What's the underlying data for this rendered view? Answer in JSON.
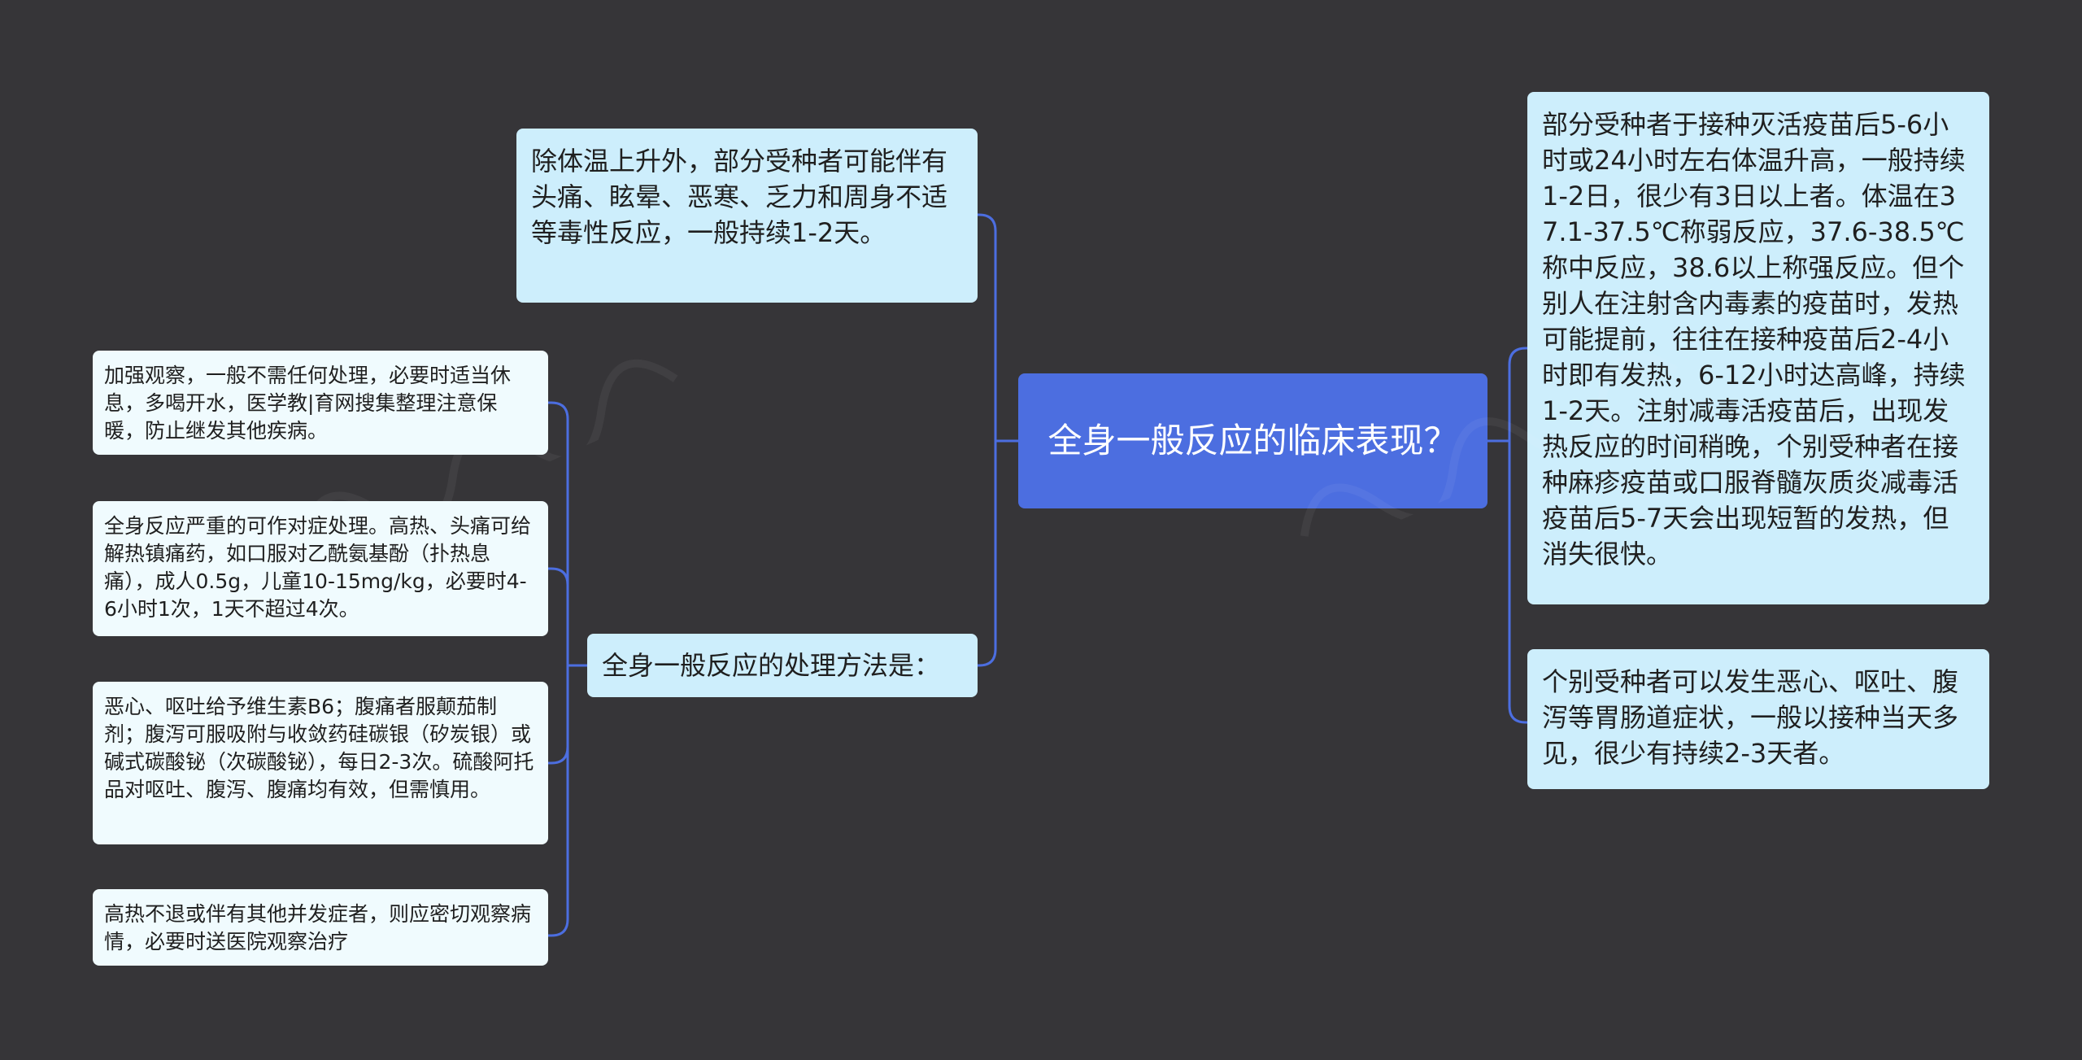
{
  "root": {
    "label": "全身一般反应的临床表现？"
  },
  "right_branches": [
    {
      "text": "部分受种者于接种灭活疫苗后5-6小时或24小时左右体温升高，一般持续1-2日，很少有3日以上者。体温在37.1-37.5℃称弱反应，37.6-38.5℃称中反应，38.6以上称强反应。但个别人在注射含内毒素的疫苗时，发热可能提前，往往在接种疫苗后2-4小时即有发热，6-12小时达高峰，持续1-2天。注射减毒活疫苗后，出现发热反应的时间稍晚，个别受种者在接种麻疹疫苗或口服脊髓灰质炎减毒活疫苗后5-7天会出现短暂的发热，但消失很快。"
    },
    {
      "text": "个别受种者可以发生恶心、呕吐、腹泻等胃肠道症状，一般以接种当天多见，很少有持续2-3天者。"
    }
  ],
  "left_branches": [
    {
      "text": "除体温上升外，部分受种者可能伴有头痛、眩晕、恶寒、乏力和周身不适等毒性反应，一般持续1-2天。"
    },
    {
      "text": "全身一般反应的处理方法是：",
      "children": [
        {
          "text": "加强观察，一般不需任何处理，必要时适当休息，多喝开水，医学教|育网搜集整理注意保暖，防止继发其他疾病。"
        },
        {
          "text": "全身反应严重的可作对症处理。高热、头痛可给解热镇痛药，如口服对乙酰氨基酚（扑热息痛），成人0.5g，儿童10-15mg/kg，必要时4-6小时1次，1天不超过4次。"
        },
        {
          "text": "恶心、呕吐给予维生素B6；腹痛者服颠茄制剂；腹泻可服吸附与收敛药硅碳银（矽炭银）或碱式碳酸铋（次碳酸铋），每日2-3次。硫酸阿托品对呕吐、腹泻、腹痛均有效，但需慎用。"
        },
        {
          "text": "高热不退或伴有其他并发症者，则应密切观察病情，必要时送医院观察治疗"
        }
      ]
    }
  ],
  "colors": {
    "background": "#363538",
    "root_fill": "#4c6ee0",
    "level1_fill": "#cdeefc",
    "level2_fill": "#f0fbfe",
    "connector": "#4c6ee0"
  }
}
